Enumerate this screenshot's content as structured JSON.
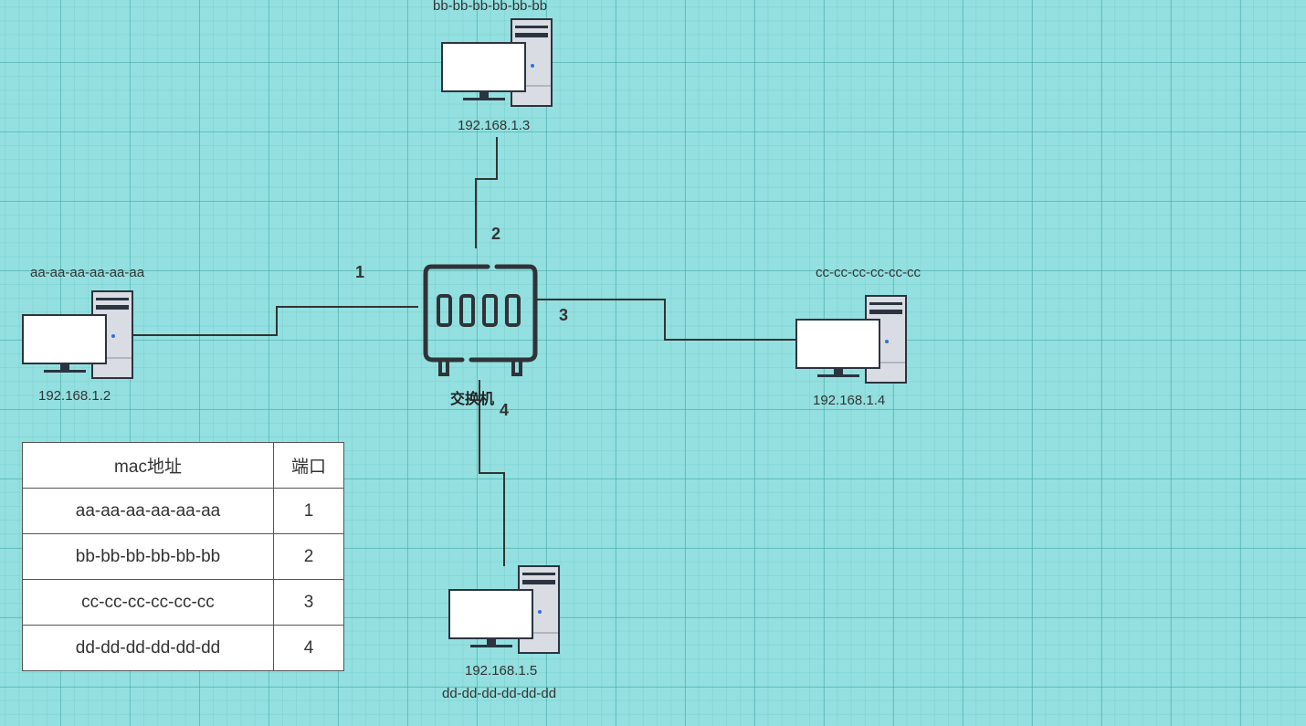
{
  "switch": {
    "label": "交换机"
  },
  "hosts": [
    {
      "id": "a",
      "mac": "aa-aa-aa-aa-aa-aa",
      "ip": "192.168.1.2"
    },
    {
      "id": "b",
      "mac": "bb-bb-bb-bb-bb-bb",
      "ip": "192.168.1.3"
    },
    {
      "id": "c",
      "mac": "cc-cc-cc-cc-cc-cc",
      "ip": "192.168.1.4"
    },
    {
      "id": "d",
      "mac": "dd-dd-dd-dd-dd-dd",
      "ip": "192.168.1.5"
    }
  ],
  "ports": [
    "1",
    "2",
    "3",
    "4"
  ],
  "mac_table": {
    "headers": [
      "mac地址",
      "端口"
    ],
    "rows": [
      [
        "aa-aa-aa-aa-aa-aa",
        "1"
      ],
      [
        "bb-bb-bb-bb-bb-bb",
        "2"
      ],
      [
        "cc-cc-cc-cc-cc-cc",
        "3"
      ],
      [
        "dd-dd-dd-dd-dd-dd",
        "4"
      ]
    ]
  },
  "colors": {
    "background": "#94e0e0",
    "line": "#333333",
    "monitor": "#ffffff",
    "tower": "#d9dde3",
    "dark": "#2b3440",
    "led": "#2f6fe0"
  },
  "icons": [
    "computer-icon",
    "switch-icon"
  ]
}
